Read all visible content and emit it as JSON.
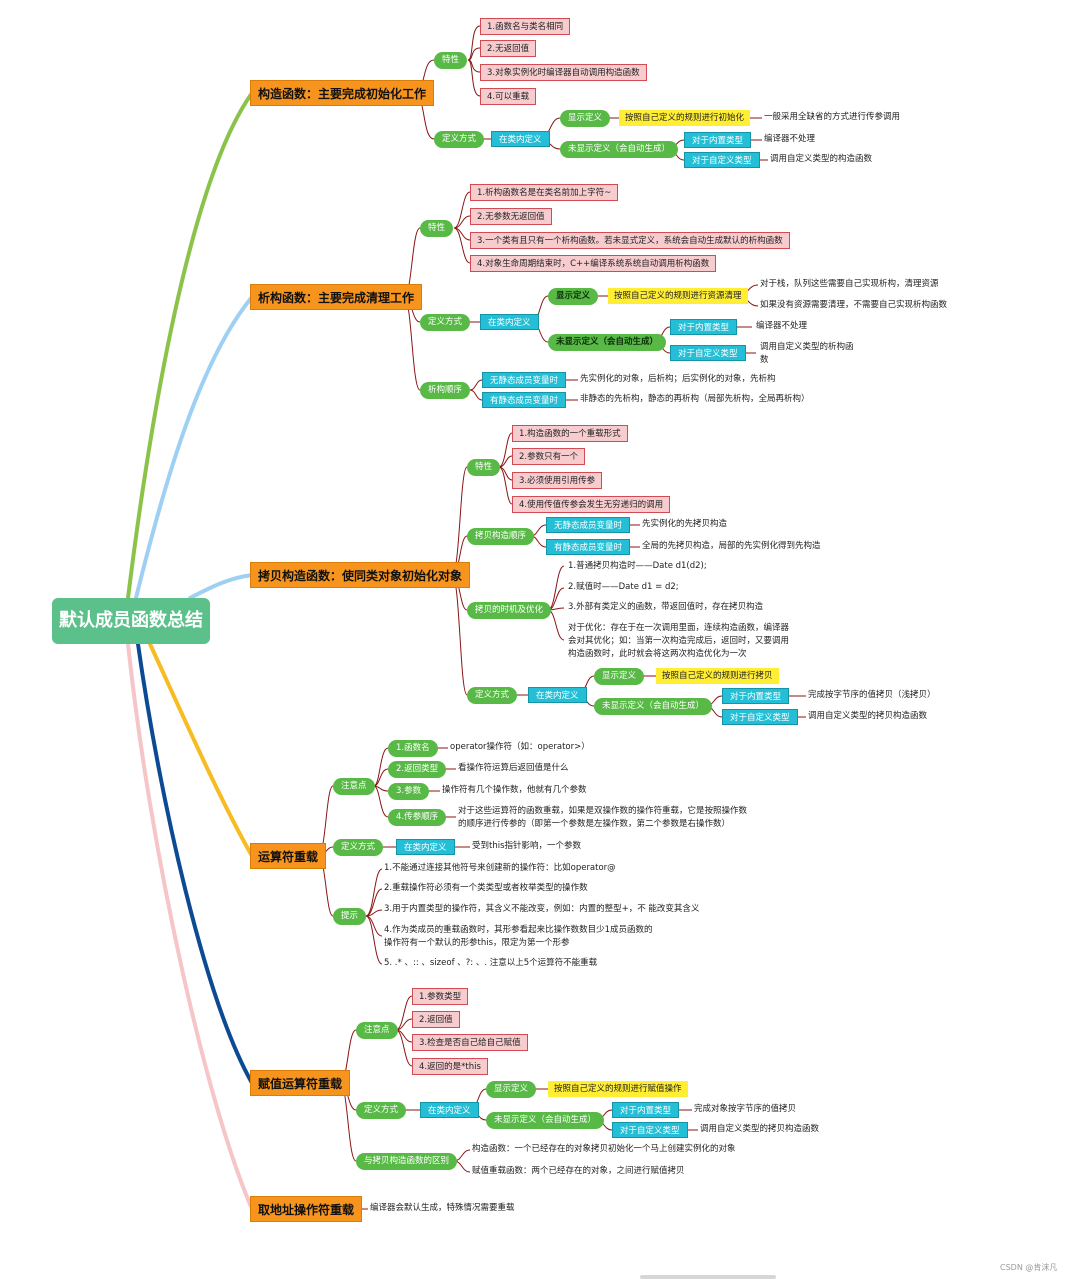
{
  "root": "默认成员函数总结",
  "colors": {
    "root": "#5cc08a",
    "section": "#f7941d",
    "green": "#58b947",
    "cyan": "#24bfd6",
    "pink": "#f7cccf",
    "yellow": "#ffee33"
  },
  "s1": {
    "title": "构造函数：主要完成初始化工作",
    "feat": "特性",
    "feat_items": [
      "1.函数名与类名相同",
      "2.无返回值",
      "3.对象实例化时编译器自动调用构造函数",
      "4.可以重载"
    ],
    "def": "定义方式",
    "in_class": "在类内定义",
    "explicit": "显示定义",
    "explicit_rule": "按照自己定义的规则进行初始化",
    "explicit_note": "一般采用全缺省的方式进行传参调用",
    "implicit": "未显示定义（会自动生成）",
    "builtin": "对于内置类型",
    "builtin_note": "编译器不处理",
    "custom": "对于自定义类型",
    "custom_note": "调用自定义类型的构造函数"
  },
  "s2": {
    "title": "析构函数：主要完成清理工作",
    "feat": "特性",
    "feat_items": [
      "1.析构函数名是在类名前加上字符~",
      "2.无参数无返回值",
      "3.一个类有且只有一个析构函数。若未显式定义，系统会自动生成默认的析构函数",
      "4.对象生命周期结束时，C++编译系统系统自动调用析构函数"
    ],
    "def": "定义方式",
    "in_class": "在类内定义",
    "explicit": "显示定义",
    "explicit_rule": "按照自己定义的规则进行资源清理",
    "explicit_note1": "对于栈，队列这些需要自己实现析构，清理资源",
    "explicit_note2": "如果没有资源需要清理，不需要自己实现析构函数",
    "implicit": "未显示定义（会自动生成）",
    "builtin": "对于内置类型",
    "builtin_note": "编译器不处理",
    "custom": "对于自定义类型",
    "custom_note1": "调用自定义类型的析构函",
    "custom_note2": "数",
    "order": "析构顺序",
    "order_a": "无静态成员变量时",
    "order_a_note": "先实例化的对象，后析构；后实例化的对象，先析构",
    "order_b": "有静态成员变量时",
    "order_b_note": "非静态的先析构，静态的再析构（局部先析构，全局再析构）"
  },
  "s3": {
    "title": "拷贝构造函数：使同类对象初始化对象",
    "feat": "特性",
    "feat_items": [
      "1.构造函数的一个重载形式",
      "2.参数只有一个",
      "3.必须使用引用传参",
      "4.使用传值传参会发生无穷递归的调用"
    ],
    "order": "拷贝构造顺序",
    "order_a": "无静态成员变量时",
    "order_a_note": "先实例化的先拷贝构造",
    "order_b": "有静态成员变量时",
    "order_b_note": "全局的先拷贝构造，局部的先实例化得到先构造",
    "timing": "拷贝的时机及优化",
    "timing_items": [
      "1.普通拷贝构造时——Date d1(d2);",
      "2.赋值时——Date d1 = d2;",
      "3.外部有类定义的函数，带返回值时，存在拷贝构造"
    ],
    "opt1": "对于优化：存在于在一次调用里面，连续构造函数，编译器",
    "opt2": "会对其优化；如：当第一次构造完成后，返回时，又要调用",
    "opt3": "构造函数时，此时就会将这两次构造优化为一次",
    "def": "定义方式",
    "in_class": "在类内定义",
    "explicit": "显示定义",
    "explicit_rule": "按照自己定义的规则进行拷贝",
    "implicit": "未显示定义（会自动生成）",
    "builtin": "对于内置类型",
    "builtin_note": "完成按字节序的值拷贝（浅拷贝）",
    "custom": "对于自定义类型",
    "custom_note": "调用自定义类型的拷贝构造函数"
  },
  "s4": {
    "title": "运算符重载",
    "notes": "注意点",
    "n1": "1.函数名",
    "n1_note": "operator操作符（如：operator>）",
    "n2": "2.返回类型",
    "n2_note": "看操作符运算后返回值是什么",
    "n3": "3.参数",
    "n3_note": "操作符有几个操作数，他就有几个参数",
    "n4": "4.传参顺序",
    "n4_note1": "对于这些运算符的函数重载，如果是双操作数的操作符重载，它是按照操作数",
    "n4_note2": "的顺序进行传参的（即第一个参数是左操作数，第二个参数是右操作数）",
    "def": "定义方式",
    "in_class": "在类内定义",
    "in_class_note": "受到this指针影响，一个参数",
    "hint": "提示",
    "h1": "1.不能通过连接其他符号来创建新的操作符：比如operator@",
    "h2": "2.重载操作符必须有一个类类型或者枚举类型的操作数",
    "h3": "3.用于内置类型的操作符，其含义不能改变，例如：内置的整型+，不 能改变其含义",
    "h4a": "4.作为类成员的重载函数时，其形参看起来比操作数数目少1成员函数的",
    "h4b": "操作符有一个默认的形参this，限定为第一个形参",
    "h5": "5.  .*  、::  、sizeof  、?:  、.  注意以上5个运算符不能重载"
  },
  "s5": {
    "title": "赋值运算符重载",
    "notes": "注意点",
    "items": [
      "1.参数类型",
      "2.返回值",
      "3.检查是否自己给自己赋值",
      "4.返回的是*this"
    ],
    "def": "定义方式",
    "in_class": "在类内定义",
    "explicit": "显示定义",
    "explicit_rule": "按照自己定义的规则进行赋值操作",
    "implicit": "未显示定义（会自动生成）",
    "builtin": "对于内置类型",
    "builtin_note": "完成对象按字节序的值拷贝",
    "custom": "对于自定义类型",
    "custom_note": "调用自定义类型的拷贝构造函数",
    "diff": "与拷贝构造函数的区别",
    "diff_a": "构造函数：一个已经存在的对象拷贝初始化一个马上创建实例化的对象",
    "diff_b": "赋值重载函数：两个已经存在的对象，之间进行赋值拷贝"
  },
  "s6": {
    "title": "取地址操作符重载",
    "note": "编译器会默认生成，特殊情况需要重载"
  },
  "watermark": "CSDN @肯沫凡"
}
